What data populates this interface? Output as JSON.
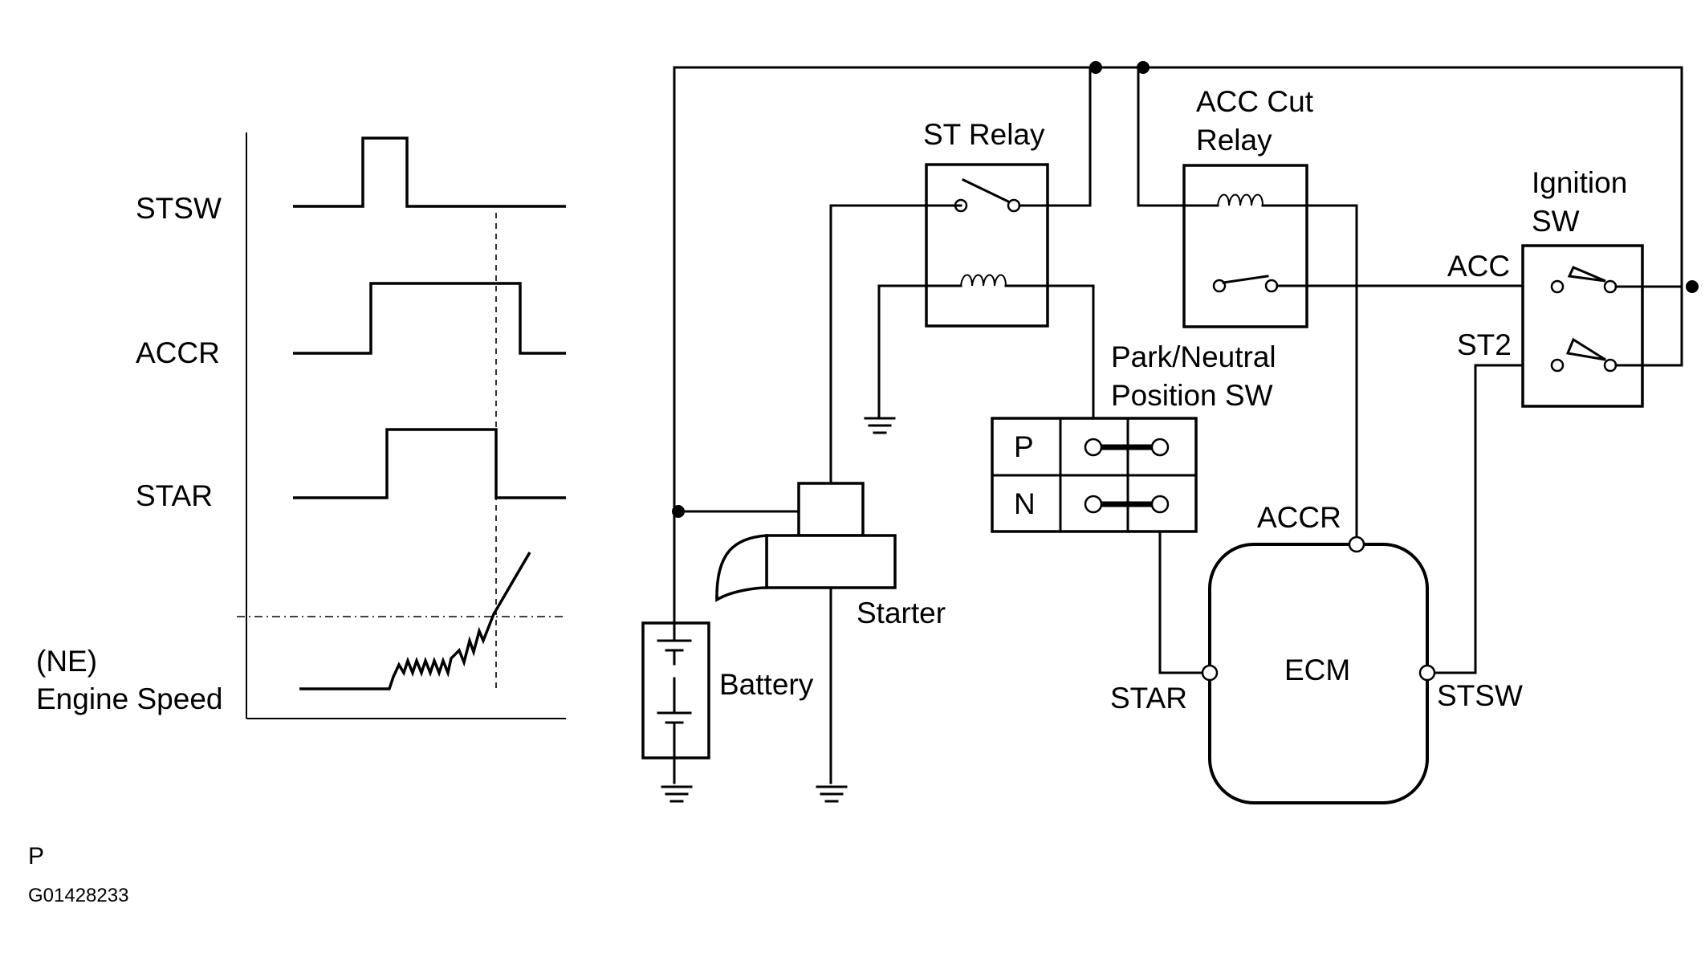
{
  "timing": {
    "signals": [
      "STSW",
      "ACCR",
      "STAR"
    ],
    "engine_speed_line1": "(NE)",
    "engine_speed_line2": "Engine Speed"
  },
  "components": {
    "st_relay": "ST Relay",
    "acc_cut_relay_line1": "ACC Cut",
    "acc_cut_relay_line2": "Relay",
    "ignition_sw_line1": "Ignition",
    "ignition_sw_line2": "SW",
    "park_neutral_line1": "Park/Neutral",
    "park_neutral_line2": "Position SW",
    "starter": "Starter",
    "battery": "Battery",
    "ecm": "ECM"
  },
  "terminals": {
    "acc": "ACC",
    "st2": "ST2",
    "accr": "ACCR",
    "star": "STAR",
    "stsw": "STSW",
    "p": "P",
    "n": "N"
  },
  "footer": {
    "letter": "P",
    "code": "G01428233"
  }
}
